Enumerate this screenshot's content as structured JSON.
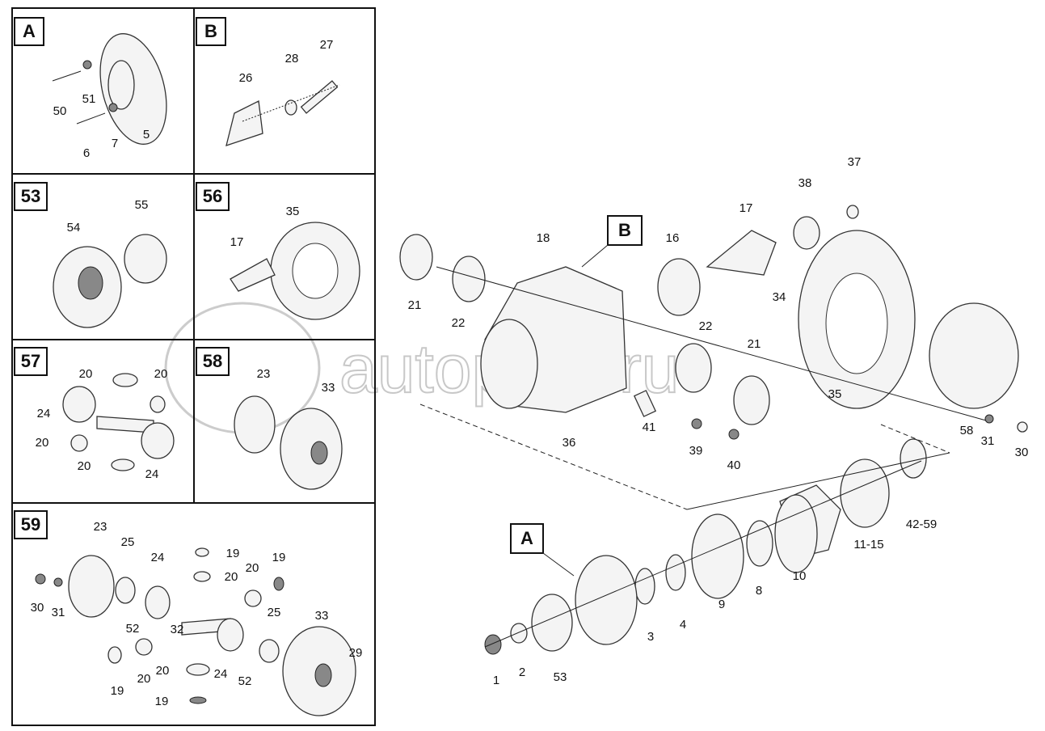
{
  "watermark": "autopiter.ru",
  "panels": [
    {
      "id": "A",
      "labels": [
        "50",
        "51",
        "6",
        "7",
        "5"
      ]
    },
    {
      "id": "B",
      "labels": [
        "26",
        "28",
        "27"
      ]
    },
    {
      "id": "53",
      "labels": [
        "54",
        "55"
      ]
    },
    {
      "id": "56",
      "labels": [
        "35",
        "17"
      ]
    },
    {
      "id": "57",
      "labels": [
        "20",
        "20",
        "24",
        "20",
        "20",
        "24"
      ]
    },
    {
      "id": "58",
      "labels": [
        "23",
        "33"
      ]
    },
    {
      "id": "59",
      "labels": [
        "23",
        "25",
        "24",
        "19",
        "20",
        "20",
        "19",
        "30",
        "31",
        "52",
        "32",
        "25",
        "33",
        "29",
        "19",
        "20",
        "20",
        "24",
        "52",
        "19"
      ]
    }
  ],
  "main": {
    "callout_a": "A",
    "callout_b": "B",
    "labels": [
      "18",
      "16",
      "17",
      "38",
      "37",
      "21",
      "22",
      "34",
      "22",
      "21",
      "35",
      "41",
      "39",
      "40",
      "36",
      "58",
      "31",
      "30",
      "42-59",
      "11-15",
      "10",
      "8",
      "9",
      "4",
      "3",
      "1",
      "2",
      "53"
    ]
  }
}
